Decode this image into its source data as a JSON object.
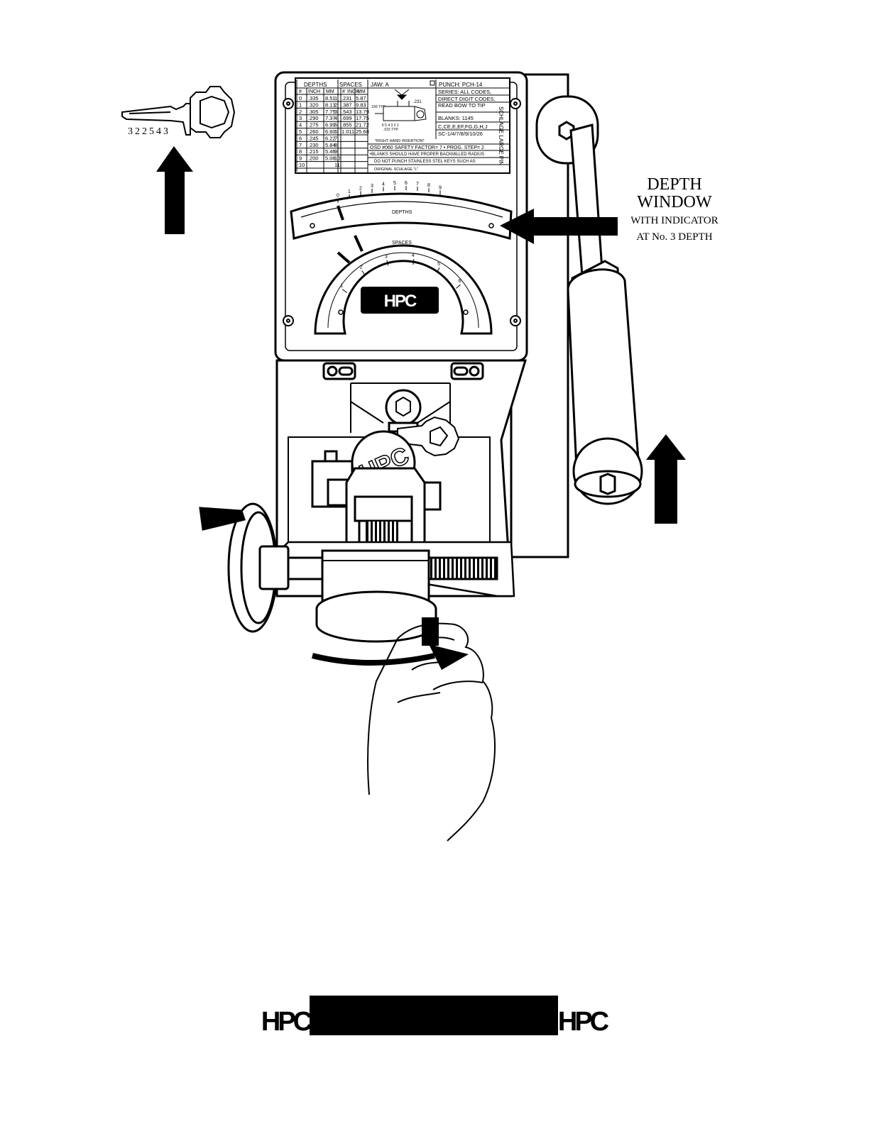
{
  "key_code": "322543",
  "callout": {
    "title_line1": "DEPTH",
    "title_line2": "WINDOW",
    "sub_line1": "WITH INDICATOR",
    "sub_line2": "AT No. 3 DEPTH"
  },
  "card": {
    "head_depths": "DEPTHS",
    "head_spaces": "SPACES",
    "head_jaw": "JAW: A",
    "head_punch": "PUNCH:  PCH-14",
    "col_num": "#",
    "col_inch": "INCH",
    "col_mm": "MM",
    "depth_rows": [
      [
        "0",
        ".335",
        "8.51"
      ],
      [
        "1",
        ".320",
        "8.13"
      ],
      [
        "2",
        ".305",
        "7.75"
      ],
      [
        "3",
        ".290",
        "7.37"
      ],
      [
        "4",
        ".275",
        "6.99"
      ],
      [
        "5",
        ".260",
        "6.60"
      ],
      [
        "6",
        ".245",
        "6.22"
      ],
      [
        "7",
        ".230",
        "5.84"
      ],
      [
        "8",
        ".215",
        "5.46"
      ],
      [
        "9",
        ".200",
        "5.08"
      ],
      [
        "10",
        "",
        ""
      ]
    ],
    "space_rows": [
      [
        "1",
        ".231",
        "5.87"
      ],
      [
        "2",
        ".387",
        "9.83"
      ],
      [
        "3",
        ".543",
        "13.79"
      ],
      [
        "4",
        ".699",
        "17.75"
      ],
      [
        "5",
        ".855",
        "21.72"
      ],
      [
        "6",
        "1.011",
        "25.68"
      ],
      [
        "7",
        "",
        ""
      ],
      [
        "8",
        "",
        ""
      ],
      [
        "9",
        "",
        ""
      ],
      [
        "10",
        "",
        ""
      ],
      [
        "11",
        "",
        ""
      ]
    ],
    "series": "SERIES: ALL CODES,",
    "direct": "DIRECT DIGIT CODES,",
    "read": "READ BOW TO TIP",
    "blanks": "BLANKS: 1145",
    "keyways": "C,CE,E,EF,FG,G,H,J",
    "sc": "SC-1/4/7/8/9/10/26",
    "dim_231": ".231",
    "dim_156": ".156 TYP.",
    "dim_015": ".015 TYP.",
    "pin_numbers": "6 5 4 3 2 1",
    "right_hand": "*RIGHT HAND INSERTION*",
    "osd": "OSD #060 SAFETY FACTOR= 7 • PROG. STEP= 2",
    "blanks_note": "•BLANKS SHOULD HAVE PROPER BACKMILLED RADIUS",
    "no_punch": "DO NOT PUNCH STAINLESS STEL KEYS SUCH AS",
    "original": "ORIGINAL SCHLAGE \"L\"",
    "side_label": "SCHLAGE LARGE PIN"
  },
  "window": {
    "depths_label": "DEPTHS",
    "depth_ticks": [
      "0",
      "1",
      "2",
      "3",
      "4",
      "5",
      "6",
      "7",
      "8",
      "9"
    ],
    "spaces_label": "SPACES",
    "space_ticks": [
      "1",
      "2",
      "3",
      "4",
      "5",
      "6"
    ]
  },
  "brand": "HPC"
}
